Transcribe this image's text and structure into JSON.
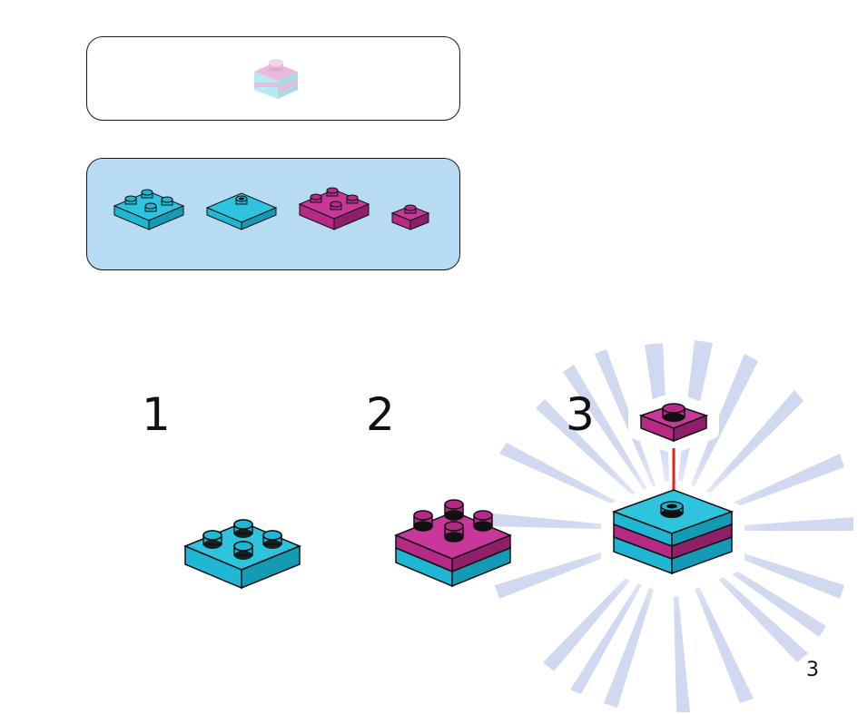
{
  "colors": {
    "cyan": "#1fb7d3",
    "cyan_top": "#2ec4dd",
    "cyan_side": "#149ab4",
    "magenta": "#b62a86",
    "magenta_top": "#c7389a",
    "magenta_side": "#8f1f69",
    "parts_panel_bg": "#b8dbf4",
    "arrow": "#e1251b",
    "burst": "#c9d3ee"
  },
  "steps": [
    {
      "number": "1"
    },
    {
      "number": "2"
    },
    {
      "number": "3"
    }
  ],
  "page_number": "3",
  "icons": [
    "brick-2x2-cyan",
    "plate-cyan-center-stud",
    "brick-2x2-magenta",
    "brick-1x1-magenta",
    "down-arrow-icon"
  ]
}
